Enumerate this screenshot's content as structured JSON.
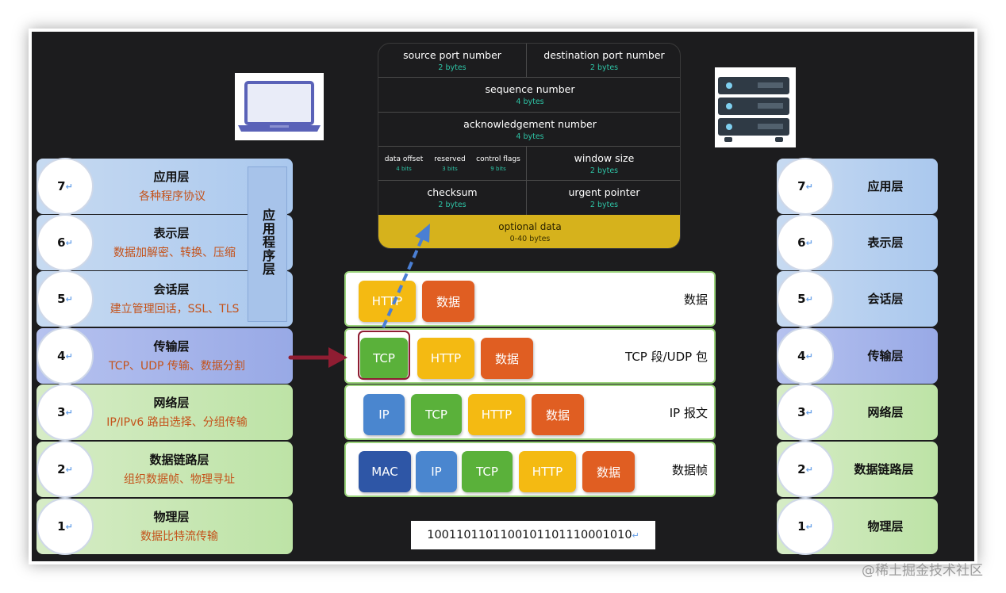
{
  "left_layers": [
    {
      "num": "7",
      "name": "应用层",
      "desc": "各种程序协议"
    },
    {
      "num": "6",
      "name": "表示层",
      "desc": "数据加解密、转换、压缩"
    },
    {
      "num": "5",
      "name": "会话层",
      "desc": "建立管理回话，SSL、TLS"
    },
    {
      "num": "4",
      "name": "传输层",
      "desc": "TCP、UDP 传输、数据分割"
    },
    {
      "num": "3",
      "name": "网络层",
      "desc": "IP/IPv6 路由选择、分组传输"
    },
    {
      "num": "2",
      "name": "数据链路层",
      "desc": "组织数据帧、物理寻址"
    },
    {
      "num": "1",
      "name": "物理层",
      "desc": "数据比特流传输"
    }
  ],
  "app_group_label": "应用程序层",
  "right_layers": [
    {
      "num": "7",
      "name": "应用层"
    },
    {
      "num": "6",
      "name": "表示层"
    },
    {
      "num": "5",
      "name": "会话层"
    },
    {
      "num": "4",
      "name": "传输层"
    },
    {
      "num": "3",
      "name": "网络层"
    },
    {
      "num": "2",
      "name": "数据链路层"
    },
    {
      "num": "1",
      "name": "物理层"
    }
  ],
  "tcp_header": {
    "source_port": {
      "name": "source port number",
      "size": "2 bytes"
    },
    "dest_port": {
      "name": "destination port number",
      "size": "2 bytes"
    },
    "sequence": {
      "name": "sequence number",
      "size": "4 bytes"
    },
    "ack": {
      "name": "acknowledgement number",
      "size": "4 bytes"
    },
    "data_offset": {
      "name": "data offset",
      "size": "4 bits"
    },
    "reserved": {
      "name": "reserved",
      "size": "3 bits"
    },
    "control_flags": {
      "name": "control flags",
      "size": "9 bits"
    },
    "window": {
      "name": "window size",
      "size": "2 bytes"
    },
    "checksum": {
      "name": "checksum",
      "size": "2 bytes"
    },
    "urgent": {
      "name": "urgent pointer",
      "size": "2 bytes"
    },
    "optional": {
      "name": "optional data",
      "size": "0-40 bytes"
    }
  },
  "encapsulation": {
    "app": {
      "blocks": [
        "HTTP",
        "数据"
      ],
      "label": "数据"
    },
    "transport": {
      "blocks": [
        "TCP",
        "HTTP",
        "数据"
      ],
      "label": "TCP 段/UDP 包"
    },
    "network": {
      "blocks": [
        "IP",
        "TCP",
        "HTTP",
        "数据"
      ],
      "label": "IP 报文"
    },
    "link": {
      "blocks": [
        "MAC",
        "IP",
        "TCP",
        "HTTP",
        "数据"
      ],
      "label": "数据帧"
    }
  },
  "bitstream": "1001101101100101101110001010",
  "watermark": "@稀土掘金技术社区",
  "icons": [
    "laptop-icon",
    "server-icon",
    "arrow-icon"
  ],
  "colors": {
    "background": "#1c1c1e",
    "app_layers": "#aac8ee",
    "transport_layer": "#98a9e6",
    "network_layers": "#bde3a6",
    "optional_data": "#d6b21c",
    "http_block": "#f4ba12",
    "data_block": "#e05e22",
    "tcp_block": "#5ab13a",
    "ip_block": "#4a86cf",
    "mac_block": "#2e56a6",
    "arrow": "#8f1d32",
    "dashed_arrow": "#4a7fd4"
  }
}
